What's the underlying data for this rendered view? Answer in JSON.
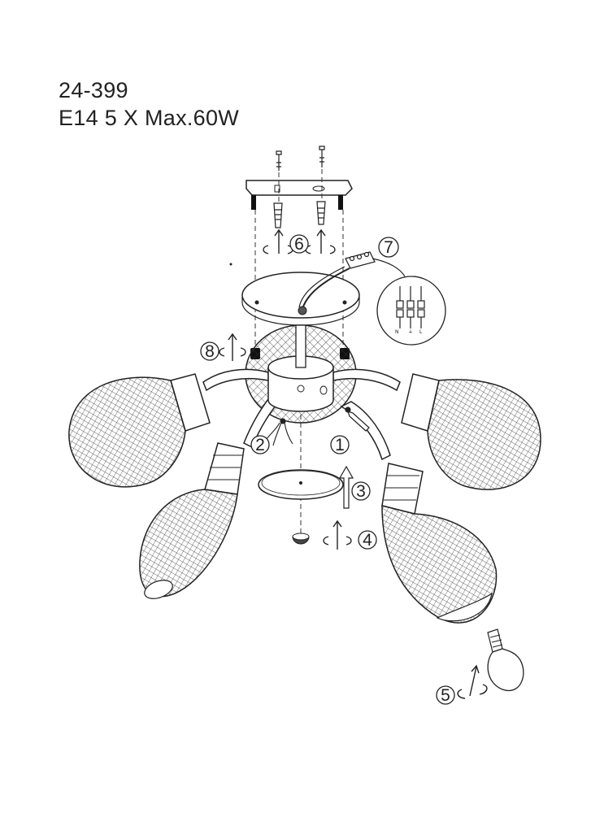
{
  "header": {
    "model": "24-399",
    "spec": "E14 5 X Max.60W"
  },
  "steps": [
    "1",
    "2",
    "3",
    "4",
    "5",
    "6",
    "7",
    "8"
  ],
  "wiring_labels": {
    "left": "N",
    "middle": "⏚",
    "right": "L"
  },
  "icons": [
    "screw-icon",
    "dowel-icon",
    "rotate-arrow-icon",
    "up-arrow-icon",
    "bulb-icon",
    "terminal-block-icon"
  ],
  "colors": {
    "line": "#222222",
    "paper": "#ffffff"
  }
}
